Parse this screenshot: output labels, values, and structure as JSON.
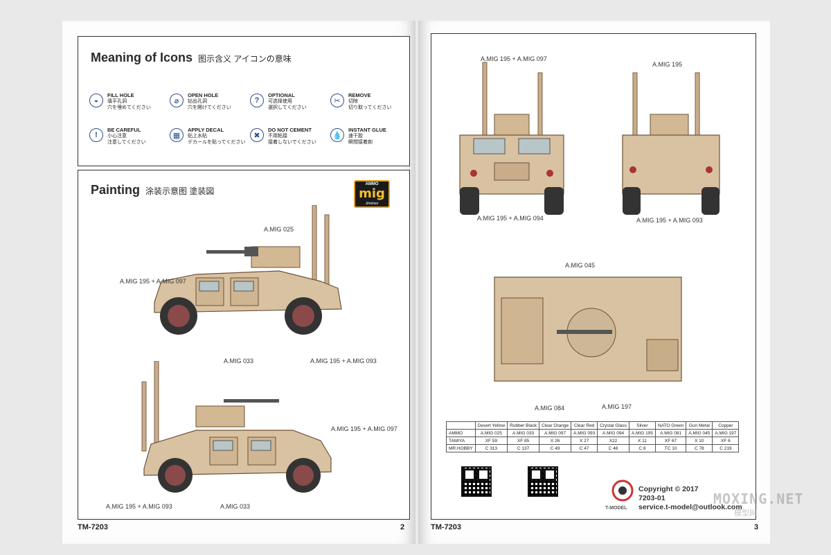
{
  "left_page": {
    "icons_section": {
      "title": "Meaning of Icons",
      "subtitle": "图示含义  アイコンの意味",
      "icons": [
        {
          "name": "fill-hole",
          "label": "FILL HOLE",
          "zh": "填平孔洞",
          "ja": "穴を埋めてください"
        },
        {
          "name": "open-hole",
          "label": "OPEN HOLE",
          "zh": "钻出孔洞",
          "ja": "穴を開けてください"
        },
        {
          "name": "optional",
          "label": "OPTIONAL",
          "zh": "可选择使用",
          "ja": "選択してください"
        },
        {
          "name": "remove",
          "label": "REMOVE",
          "zh": "切除",
          "ja": "切り取ってください"
        },
        {
          "name": "be-careful",
          "label": "BE CAREFUL",
          "zh": "小心注意",
          "ja": "注意してください"
        },
        {
          "name": "apply-decal",
          "label": "APPLY DECAL",
          "zh": "贴上水贴",
          "ja": "デカールを貼ってください"
        },
        {
          "name": "do-not-cement",
          "label": "DO NOT CEMENT",
          "zh": "不用粘接",
          "ja": "接着しないでください"
        },
        {
          "name": "instant-glue",
          "label": "INSTANT GLUE",
          "zh": "速干胶",
          "ja": "瞬間接着剤"
        }
      ]
    },
    "painting_section": {
      "title": "Painting",
      "subtitle": "涂装示意图  塗装図",
      "brand_logo": "mig",
      "brand_top": "AMMO",
      "brand_bottom": "Jiménez",
      "side_view_labels": {
        "top": "A.MIG 025",
        "left": "A.MIG 195 + A.MIG 097",
        "bottom": "A.MIG 033",
        "right": "A.MIG 195 + A.MIG 093"
      },
      "side_view2_labels": {
        "right": "A.MIG 195 + A.MIG 097",
        "left": "A.MIG 195 + A.MIG 093",
        "bottom": "A.MIG 033"
      }
    },
    "page_code": "TM-7203",
    "page_number": "2"
  },
  "right_page": {
    "front_labels": {
      "top": "A.MIG 195 + A.MIG 097",
      "bottom": "A.MIG 195 + A.MIG 094"
    },
    "rear_labels": {
      "top": "A.MIG 195",
      "bottom": "A.MIG 195 + A.MIG 093"
    },
    "top_view_labels": {
      "top": "A.MIG 045",
      "bottom_left": "A.MIG 084",
      "bottom_right": "A.MIG 197"
    },
    "color_table": {
      "headers": [
        "Desert Yellow",
        "Rubber Black",
        "Clear Orange",
        "Clear Red",
        "Crystal Glass",
        "Silver",
        "NATO Green",
        "Gun Metal",
        "Copper"
      ],
      "rows": [
        {
          "brand": "AMMO",
          "values": [
            "A.MIG 025",
            "A.MIG 033",
            "A.MIG 097",
            "A.MIG 093",
            "A.MIG 094",
            "A.MIG 195",
            "A.MIG 081",
            "A.MIG 045",
            "A.MIG 197"
          ]
        },
        {
          "brand": "TAMIYA",
          "values": [
            "XF 59",
            "XF 85",
            "X 26",
            "X 27",
            "X22",
            "X 11",
            "XF 67",
            "X 10",
            "XF 6"
          ]
        },
        {
          "brand": "MR.HOBBY",
          "values": [
            "C 313",
            "C 137",
            "C 49",
            "C 47",
            "C 46",
            "C 8",
            "TC 10",
            "C 78",
            "C 219"
          ]
        }
      ]
    },
    "copyright": "Copyright © 2017",
    "code": "7203-01",
    "email": "service.t-model@outlook.com",
    "logo_text": "T-MODEL",
    "page_code": "TM-7203",
    "page_number": "3"
  },
  "watermark": "MOXING.NET",
  "watermark_sub": "模型网",
  "colors": {
    "tan": "#d9c2a2",
    "tan_dark": "#b89e7d",
    "accent_blue": "#2d4f8a",
    "wheel": "#8a4a4a"
  }
}
